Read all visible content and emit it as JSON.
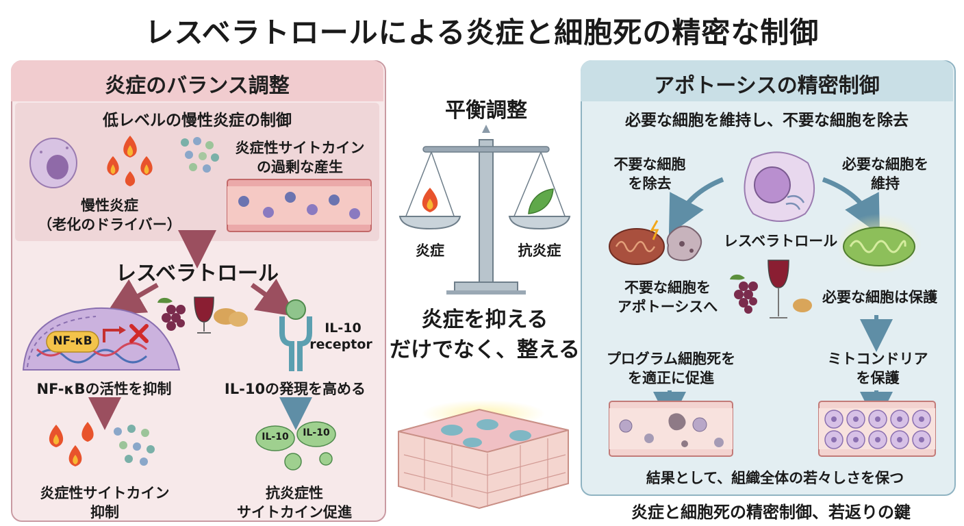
{
  "title": "レスベラトロールによる炎症と細胞死の精密な制御",
  "left": {
    "header": "炎症のバランス調整",
    "subheader": "低レベルの慢性炎症の制御",
    "chronic_line1": "慢性炎症",
    "chronic_line2": "（老化のドライバー）",
    "cytokine_excess_line1": "炎症性サイトカイン",
    "cytokine_excess_line2": "の過剰な産生",
    "resveratrol": "レスベラトロール",
    "nfkb_tag": "NF-κB",
    "nfkb_label": "NF-κBの活性を抑制",
    "il10_receptor_line1": "IL-10",
    "il10_receptor_line2": "receptor",
    "il10_label": "IL-10の発現を高める",
    "il10_bubble": "IL-10",
    "suppress_line1": "炎症性サイトカイン",
    "suppress_line2": "抑制",
    "promote_line1": "抗炎症性",
    "promote_line2": "サイトカイン促進"
  },
  "center": {
    "balance": "平衡調整",
    "inflammation": "炎症",
    "anti_inflammation": "抗炎症",
    "tagline_line1": "炎症を抑える",
    "tagline_line2": "だけでなく、整える"
  },
  "right": {
    "header": "アポトーシスの精密制御",
    "subheader": "必要な細胞を維持し、不要な細胞を除去",
    "remove_line1": "不要な細胞",
    "remove_line2": "を除去",
    "keep_line1": "必要な細胞を",
    "keep_line2": "維持",
    "resveratrol": "レスベラトロール",
    "to_apoptosis_line1": "不要な細胞を",
    "to_apoptosis_line2": "アポトーシスへ",
    "protect": "必要な細胞は保護",
    "pcd_line1": "プログラム細胞死を",
    "pcd_line2": "を適正に促進",
    "mito_line1": "ミトコンドリア",
    "mito_line2": "を保護",
    "result": "結果として、組織全体の若々しさを保つ"
  },
  "footer": "炎症と細胞死の精密制御、若返りの鍵",
  "colors": {
    "left_panel": "#f7e9ea",
    "right_panel": "#e3eef2",
    "arrow_left": "#9b4f5f",
    "arrow_right": "#5f8ea6"
  }
}
